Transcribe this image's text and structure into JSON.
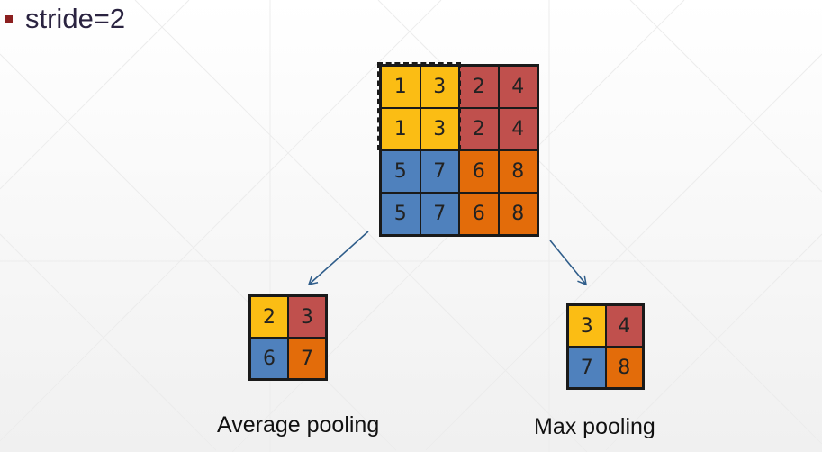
{
  "title": "stride=2",
  "colors": {
    "yellow": "#fbbd14",
    "red": "#c0504d",
    "blue": "#4f81bd",
    "orange": "#e36c0a",
    "bullet": "#8b1f1f"
  },
  "input_matrix": {
    "rows": [
      [
        {
          "v": "1",
          "c": "yellow"
        },
        {
          "v": "3",
          "c": "yellow"
        },
        {
          "v": "2",
          "c": "red"
        },
        {
          "v": "4",
          "c": "red"
        }
      ],
      [
        {
          "v": "1",
          "c": "yellow"
        },
        {
          "v": "3",
          "c": "yellow"
        },
        {
          "v": "2",
          "c": "red"
        },
        {
          "v": "4",
          "c": "red"
        }
      ],
      [
        {
          "v": "5",
          "c": "blue"
        },
        {
          "v": "7",
          "c": "blue"
        },
        {
          "v": "6",
          "c": "orange"
        },
        {
          "v": "8",
          "c": "orange"
        }
      ],
      [
        {
          "v": "5",
          "c": "blue"
        },
        {
          "v": "7",
          "c": "blue"
        },
        {
          "v": "6",
          "c": "orange"
        },
        {
          "v": "8",
          "c": "orange"
        }
      ]
    ]
  },
  "average_pooling": {
    "label": "Average pooling",
    "rows": [
      [
        {
          "v": "2",
          "c": "yellow"
        },
        {
          "v": "3",
          "c": "red"
        }
      ],
      [
        {
          "v": "6",
          "c": "blue"
        },
        {
          "v": "7",
          "c": "orange"
        }
      ]
    ]
  },
  "max_pooling": {
    "label": "Max pooling",
    "rows": [
      [
        {
          "v": "3",
          "c": "yellow"
        },
        {
          "v": "4",
          "c": "red"
        }
      ],
      [
        {
          "v": "7",
          "c": "blue"
        },
        {
          "v": "8",
          "c": "orange"
        }
      ]
    ]
  }
}
